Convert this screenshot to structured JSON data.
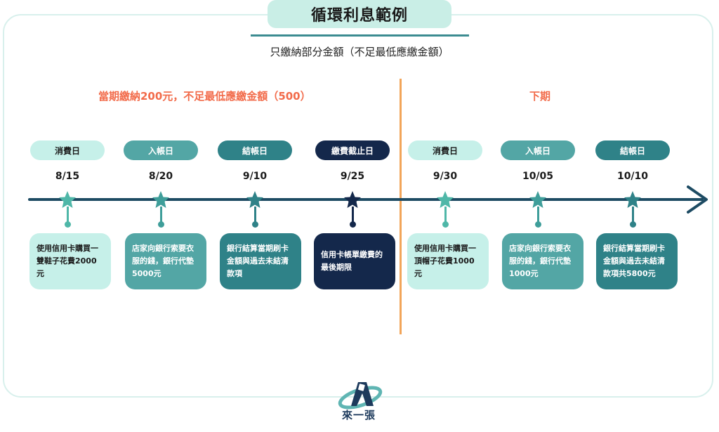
{
  "title": "循環利息範例",
  "subtitle": "只繳納部分金額（不足最低應繳金額）",
  "sections": {
    "current": "當期繳納200元，不足最低應繳金額（500）",
    "next": "下期"
  },
  "colors": {
    "lightest": "#c6f0e9",
    "light": "#3f9596",
    "mid": "#2f8288",
    "dark": "#14284b",
    "axis": "#1d4b63",
    "accent": "#f26b4a",
    "divider": "#f2a55a"
  },
  "events": [
    {
      "label": "消費日",
      "date": "8/15",
      "text": "使用信用卡購買一雙鞋子花費2000元",
      "tone": "lightest"
    },
    {
      "label": "入帳日",
      "date": "8/20",
      "text": "店家向銀行索要衣服的錢，銀行代墊5000元",
      "tone": "light"
    },
    {
      "label": "結帳日",
      "date": "9/10",
      "text": "銀行結算當期刷卡金額與過去未結清款項",
      "tone": "mid"
    },
    {
      "label": "繳費截止日",
      "date": "9/25",
      "text": "信用卡帳單繳費的最後期限",
      "tone": "dark"
    },
    {
      "label": "消費日",
      "date": "9/30",
      "text": "使用信用卡購買一頂帽子花費1000元",
      "tone": "lightest"
    },
    {
      "label": "入帳日",
      "date": "10/05",
      "text": "店家向銀行索要衣服的錢，銀行代墊1000元",
      "tone": "light"
    },
    {
      "label": "結帳日",
      "date": "10/10",
      "text": "銀行結算當期刷卡金額與過去未結清款項共5800元",
      "tone": "mid"
    }
  ],
  "logo": {
    "text": "來一張",
    "icon": "brand-logo-icon"
  }
}
